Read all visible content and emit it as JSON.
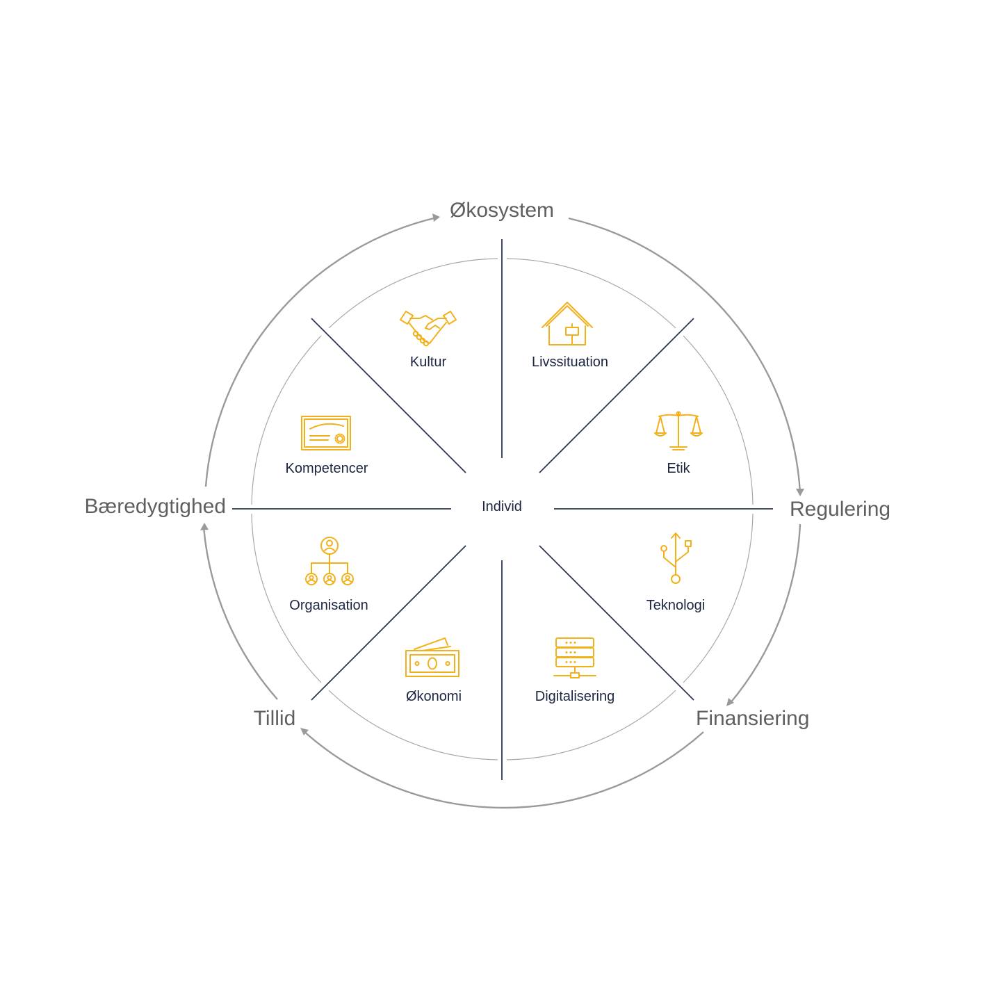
{
  "center": "Individ",
  "outer_labels": {
    "top": "Økosystem",
    "right": "Regulering",
    "bottom_right": "Finansiering",
    "bottom_left": "Tillid",
    "left": "Bæredygtighed"
  },
  "segments": [
    {
      "label": "Kultur",
      "icon": "handshake-icon"
    },
    {
      "label": "Livssituation",
      "icon": "house-icon"
    },
    {
      "label": "Etik",
      "icon": "scales-icon"
    },
    {
      "label": "Teknologi",
      "icon": "usb-icon"
    },
    {
      "label": "Digitalisering",
      "icon": "server-icon"
    },
    {
      "label": "Økonomi",
      "icon": "banknote-icon"
    },
    {
      "label": "Organisation",
      "icon": "org-chart-icon"
    },
    {
      "label": "Kompetencer",
      "icon": "certificate-icon"
    }
  ],
  "colors": {
    "icon": "#f2b11b",
    "segment_text": "#1b2541",
    "outer_text": "#5f5f5f",
    "ring": "#9a9a9a",
    "spoke": "#2b3550"
  }
}
